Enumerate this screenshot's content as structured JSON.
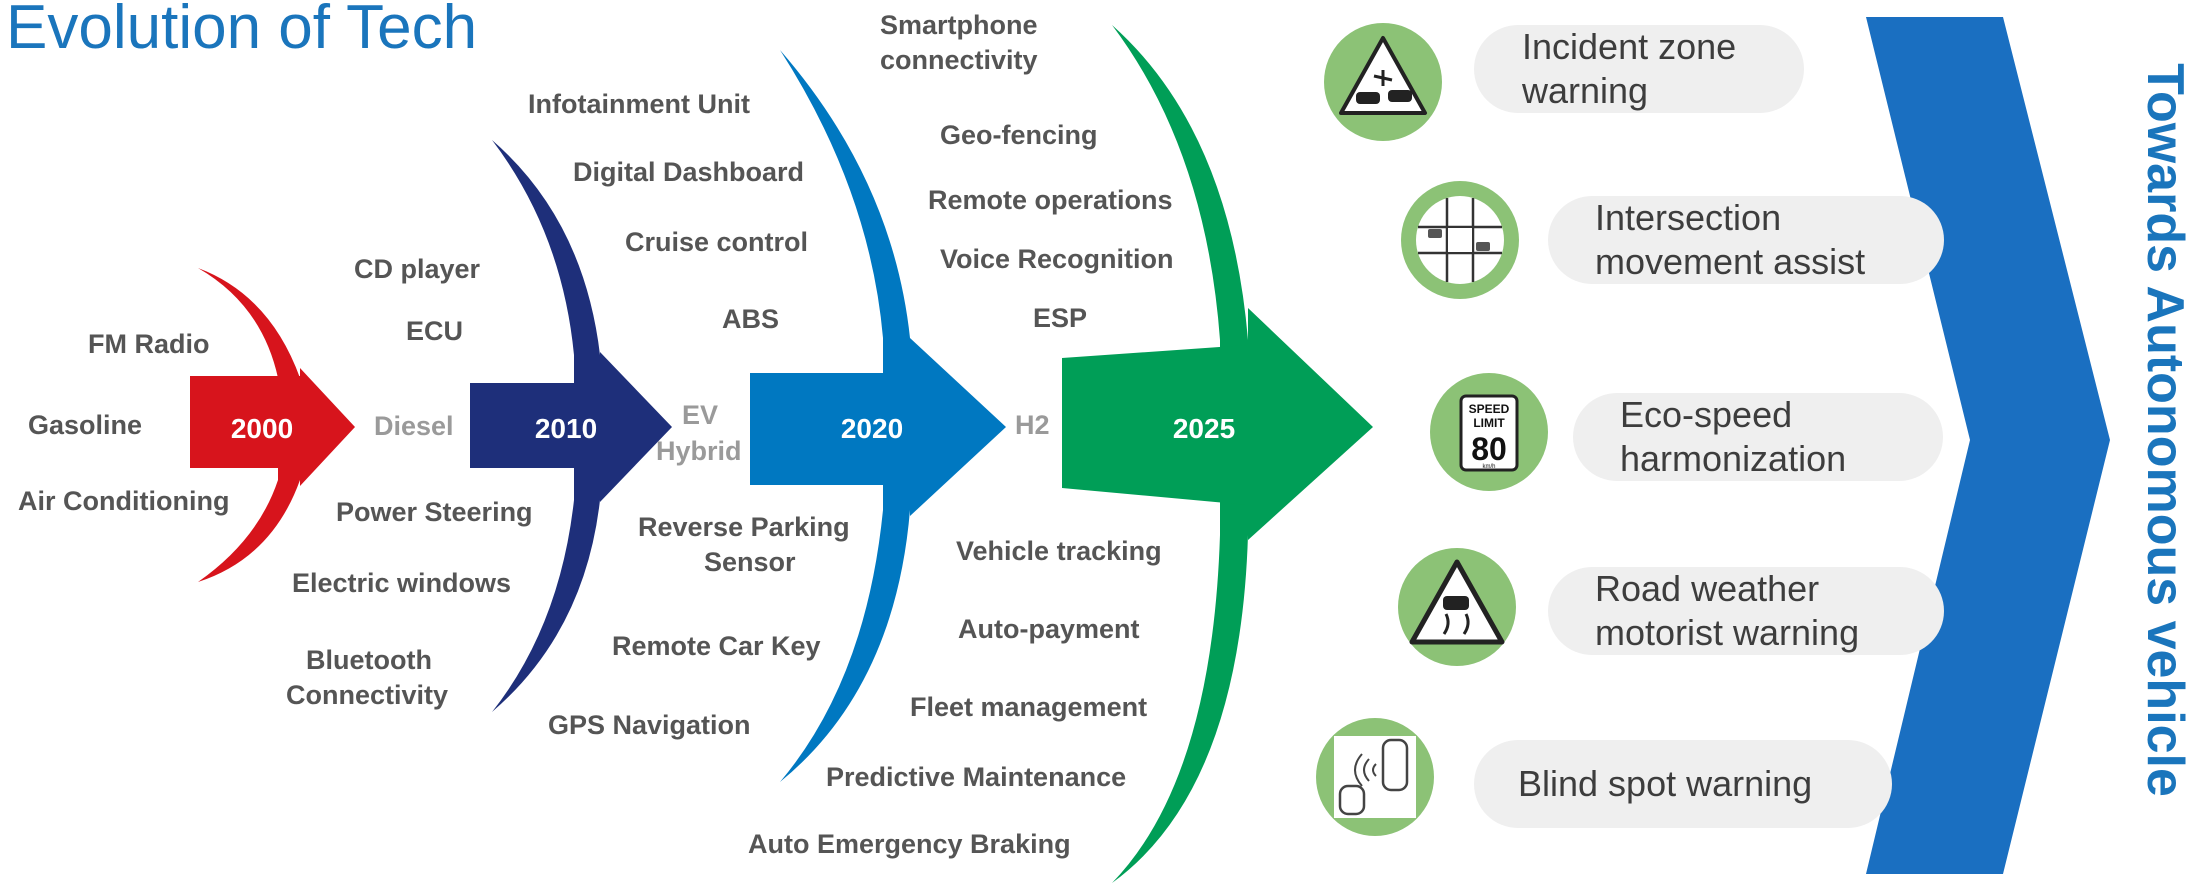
{
  "title": "Evolution of Tech",
  "vertical_title": "Towards Autonomous vehicle",
  "colors": {
    "red": "#d7141c",
    "navy": "#1e2f7a",
    "blue": "#0078c1",
    "green": "#009e57",
    "icon_green": "#8cc276",
    "pill": "#efefef"
  },
  "eras": [
    {
      "year": "2000",
      "features": [
        "FM Radio",
        "Gasoline",
        "Air Conditioning"
      ]
    },
    {
      "year": "2010",
      "features": [
        "CD player",
        "ECU",
        "Diesel",
        "Power Steering",
        "Electric windows",
        "Bluetooth",
        "Connectivity"
      ]
    },
    {
      "year": "2020",
      "features": [
        "Infotainment Unit",
        "Digital Dashboard",
        "Cruise control",
        "ABS",
        "EV",
        "Hybrid",
        "Reverse Parking",
        "Sensor",
        "Remote Car Key",
        "GPS Navigation"
      ]
    },
    {
      "year": "2025",
      "features": [
        "Smartphone",
        "connectivity",
        "Geo-fencing",
        "Remote operations",
        "Voice Recognition",
        "ESP",
        "H2",
        "Vehicle tracking",
        "Auto-payment",
        "Fleet management",
        "Predictive Maintenance",
        "Auto Emergency Braking"
      ]
    }
  ],
  "use_cases": [
    {
      "label": "Incident zone\nwarning",
      "icon": "incident-zone-icon"
    },
    {
      "label": "Intersection\nmovement assist",
      "icon": "intersection-icon"
    },
    {
      "label": "Eco-speed\nharmonization",
      "icon": "speed-limit-icon"
    },
    {
      "label": "Road weather\nmotorist warning",
      "icon": "slippery-road-icon"
    },
    {
      "label": "Blind spot warning",
      "icon": "blind-spot-icon"
    }
  ],
  "speed_sign": {
    "line1": "SPEED",
    "line2": "LIMIT",
    "value": "80",
    "unit": "km/h"
  }
}
